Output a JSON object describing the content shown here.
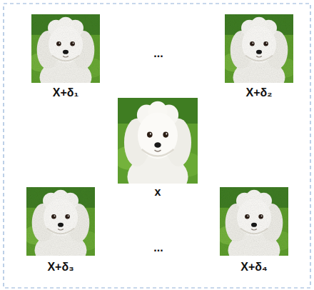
{
  "diagram": {
    "labels": [
      "X+δ₁",
      "...",
      "X+δ₂",
      "x",
      "...",
      "X+δ₃",
      "X+δ₄"
    ]
  }
}
